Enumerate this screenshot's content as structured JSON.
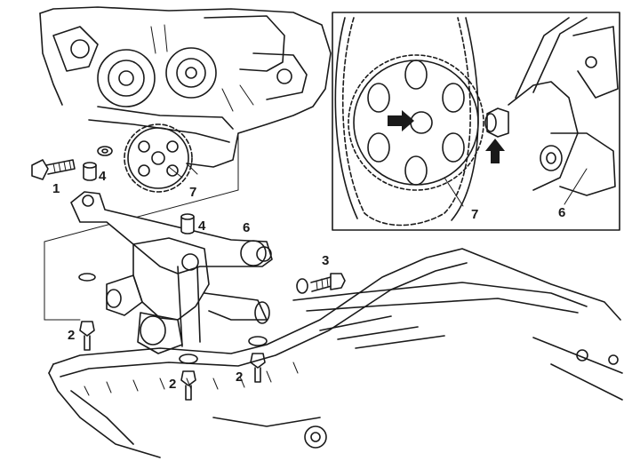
{
  "diagram": {
    "colors": {
      "ink": "#1a1a1a",
      "paper": "#ffffff"
    },
    "callouts": {
      "bolt_front": "1",
      "spacer_upper_left": "4",
      "sprocket_main": "7",
      "spacer_upper_right": "4",
      "oil_pump": "6",
      "bolt_nut_right": "3",
      "bolt_lower_left": "2",
      "bolt_lower_mid": "2",
      "bolt_lower_right": "2",
      "sprocket_inset": "7",
      "pump_inset": "6"
    }
  }
}
